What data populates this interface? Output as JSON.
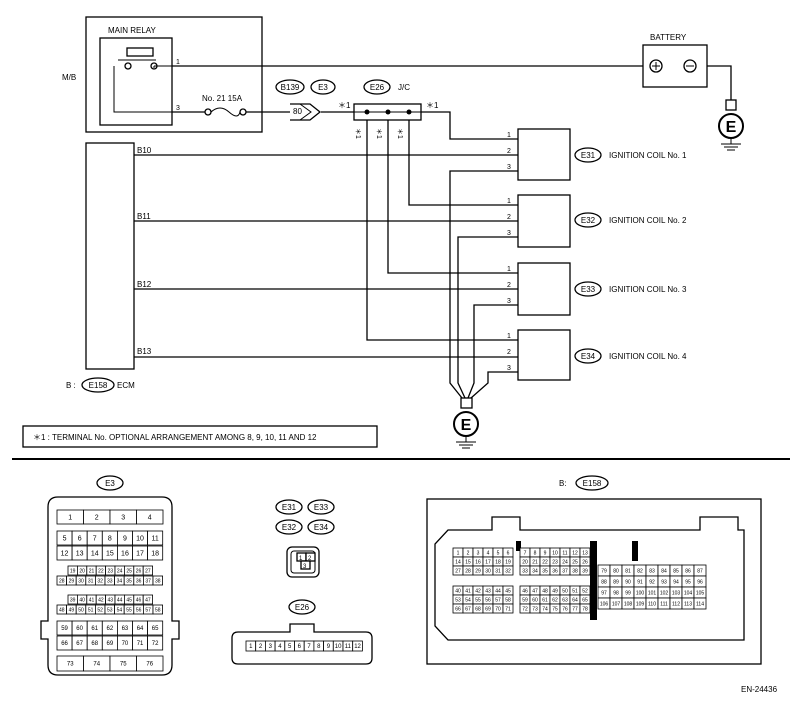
{
  "labels": {
    "mb": "M/B",
    "main_relay": "MAIN RELAY",
    "battery": "BATTERY",
    "fuse": "No. 21   15A",
    "b139": "B139",
    "e3": "E3",
    "e26": "E26",
    "jc": "J/C",
    "pin80": "80",
    "star1": "＊1",
    "ecm_prefix": "B :",
    "e158": "E158",
    "ecm": "ECM",
    "ground": "E",
    "note": "＊1  : TERMINAL No. OPTIONAL ARRANGEMENT AMONG 8, 9, 10, 11 AND 12",
    "b_e158_prefix": "B:",
    "e31": "E31",
    "e32": "E32",
    "e33": "E33",
    "e34": "E34",
    "figure_id": "EN-24436"
  },
  "pins": {
    "relay1": "1",
    "relay3": "3",
    "b10": "B10",
    "b11": "B11",
    "b12": "B12",
    "b13": "B13",
    "c1": "1",
    "c2": "2",
    "c3": "3"
  },
  "coils": [
    {
      "conn": "E31",
      "name": "IGNITION COIL No. 1"
    },
    {
      "conn": "E32",
      "name": "IGNITION COIL No. 2"
    },
    {
      "conn": "E33",
      "name": "IGNITION COIL No. 3"
    },
    {
      "conn": "E34",
      "name": "IGNITION COIL No. 4"
    }
  ],
  "e3_pins": {
    "row1": [
      "1",
      "2",
      "3",
      "4"
    ],
    "row2": [
      "5",
      "6",
      "7",
      "8",
      "9",
      "10",
      "11"
    ],
    "row3": [
      "12",
      "13",
      "14",
      "15",
      "16",
      "17",
      "18"
    ],
    "row4": [
      "19",
      "20",
      "21",
      "22",
      "23",
      "24",
      "25",
      "26",
      "27"
    ],
    "row5": [
      "28",
      "29",
      "30",
      "31",
      "32",
      "33",
      "34",
      "35",
      "36",
      "37",
      "38"
    ],
    "row6": [
      "39",
      "40",
      "41",
      "42",
      "43",
      "44",
      "45",
      "46",
      "47"
    ],
    "row7": [
      "48",
      "49",
      "50",
      "51",
      "52",
      "53",
      "54",
      "55",
      "56",
      "57",
      "58"
    ],
    "row8": [
      "59",
      "60",
      "61",
      "62",
      "63",
      "64",
      "65"
    ],
    "row9": [
      "66",
      "67",
      "68",
      "69",
      "70",
      "71",
      "72"
    ],
    "row10": [
      "73",
      "74",
      "75",
      "76"
    ]
  },
  "coil_conn_pins": [
    "1",
    "2",
    "3"
  ],
  "e26_pins": [
    "1",
    "2",
    "3",
    "4",
    "5",
    "6",
    "7",
    "8",
    "9",
    "10",
    "11",
    "12"
  ],
  "e158_pins": {
    "a1": [
      "1",
      "2",
      "3",
      "4",
      "5",
      "6"
    ],
    "a2": [
      "14",
      "15",
      "16",
      "17",
      "18",
      "19"
    ],
    "a3": [
      "27",
      "28",
      "29",
      "30",
      "31",
      "32"
    ],
    "a4": [
      "40",
      "41",
      "42",
      "43",
      "44",
      "45"
    ],
    "a5": [
      "53",
      "54",
      "55",
      "56",
      "57",
      "58"
    ],
    "a6": [
      "66",
      "67",
      "68",
      "69",
      "70",
      "71"
    ],
    "b1": [
      "7",
      "8",
      "9",
      "10",
      "11",
      "12",
      "13"
    ],
    "b2": [
      "20",
      "21",
      "22",
      "23",
      "24",
      "25",
      "26"
    ],
    "b3": [
      "33",
      "34",
      "35",
      "36",
      "37",
      "38",
      "39"
    ],
    "b4": [
      "46",
      "47",
      "48",
      "49",
      "50",
      "51",
      "52"
    ],
    "b5": [
      "59",
      "60",
      "61",
      "62",
      "63",
      "64",
      "65"
    ],
    "b6": [
      "72",
      "73",
      "74",
      "75",
      "76",
      "77",
      "78"
    ],
    "c1": [
      "79",
      "80",
      "81",
      "82",
      "83",
      "84",
      "85",
      "86",
      "87"
    ],
    "c2": [
      "88",
      "89",
      "90",
      "91",
      "92",
      "93",
      "94",
      "95",
      "96"
    ],
    "c3": [
      "97",
      "98",
      "99",
      "100",
      "101",
      "102",
      "103",
      "104",
      "105"
    ],
    "c4": [
      "106",
      "107",
      "108",
      "109",
      "110",
      "111",
      "112",
      "113",
      "114"
    ]
  }
}
